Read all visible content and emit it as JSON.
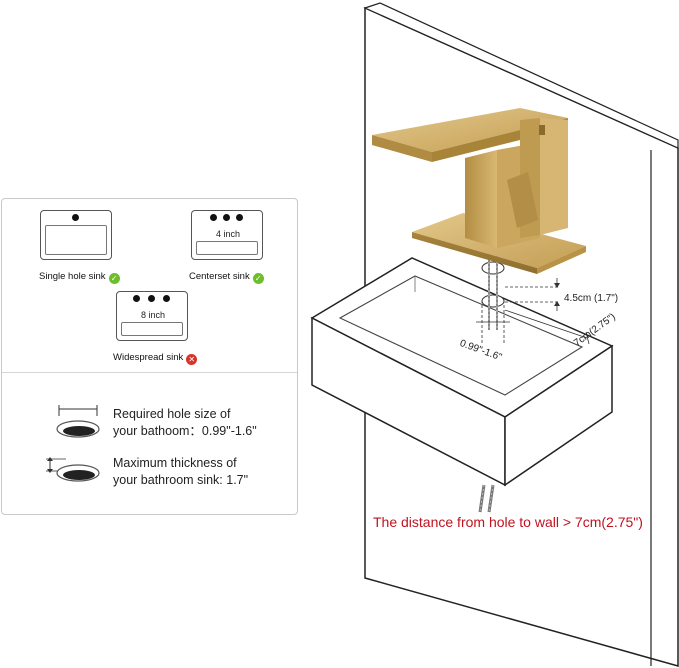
{
  "sink_types": [
    {
      "label": "Single hole sink",
      "status": "compatible",
      "spacing": ""
    },
    {
      "label": "Centerset sink",
      "status": "compatible",
      "spacing": "4 inch"
    },
    {
      "label": "Widespread sink",
      "status": "incompatible",
      "spacing": "8 inch"
    }
  ],
  "requirements": {
    "hole_size_line1": "Required hole size of",
    "hole_size_line2": "your bathoom：0.99\"-1.6\"",
    "thickness_line1": "Maximum thickness of",
    "thickness_line2": "your bathroom sink: 1.7\""
  },
  "dimensions": {
    "thickness": "4.5cm (1.7\")",
    "hole_diameter": "0.99\"-1.6\"",
    "wall_distance": "7cm(2.75\")"
  },
  "note": "The distance from hole to wall > 7cm(2.75\")",
  "colors": {
    "faucet_gold": "#c9a65a",
    "note_red": "#c1121f",
    "compatible_green": "#6cbf2a",
    "incompatible_red": "#d9342b"
  }
}
